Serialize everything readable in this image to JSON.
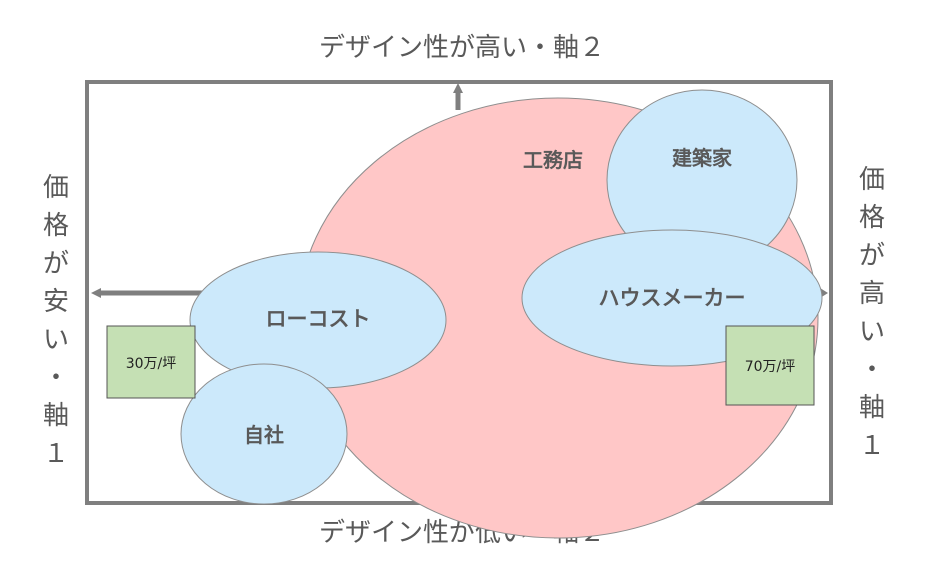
{
  "axes": {
    "top": "デザイン性が高い・軸２",
    "bottom": "デザイン性が低い・軸２",
    "left": "価格が安い・軸１",
    "right": "価格が高い・軸１"
  },
  "bubbles": {
    "koumuten": "工務店",
    "kenchikuka": "建築家",
    "housemaker": "ハウスメーカー",
    "lowcost": "ローコスト",
    "jisha": "自社"
  },
  "price_boxes": {
    "low": "30万/坪",
    "high": "70万/坪"
  },
  "colors": {
    "frame": "#7f7f7f",
    "pink": "#ffc7c7",
    "blue": "#cce9fb",
    "green": "#c5e0b4",
    "text": "#595959"
  }
}
